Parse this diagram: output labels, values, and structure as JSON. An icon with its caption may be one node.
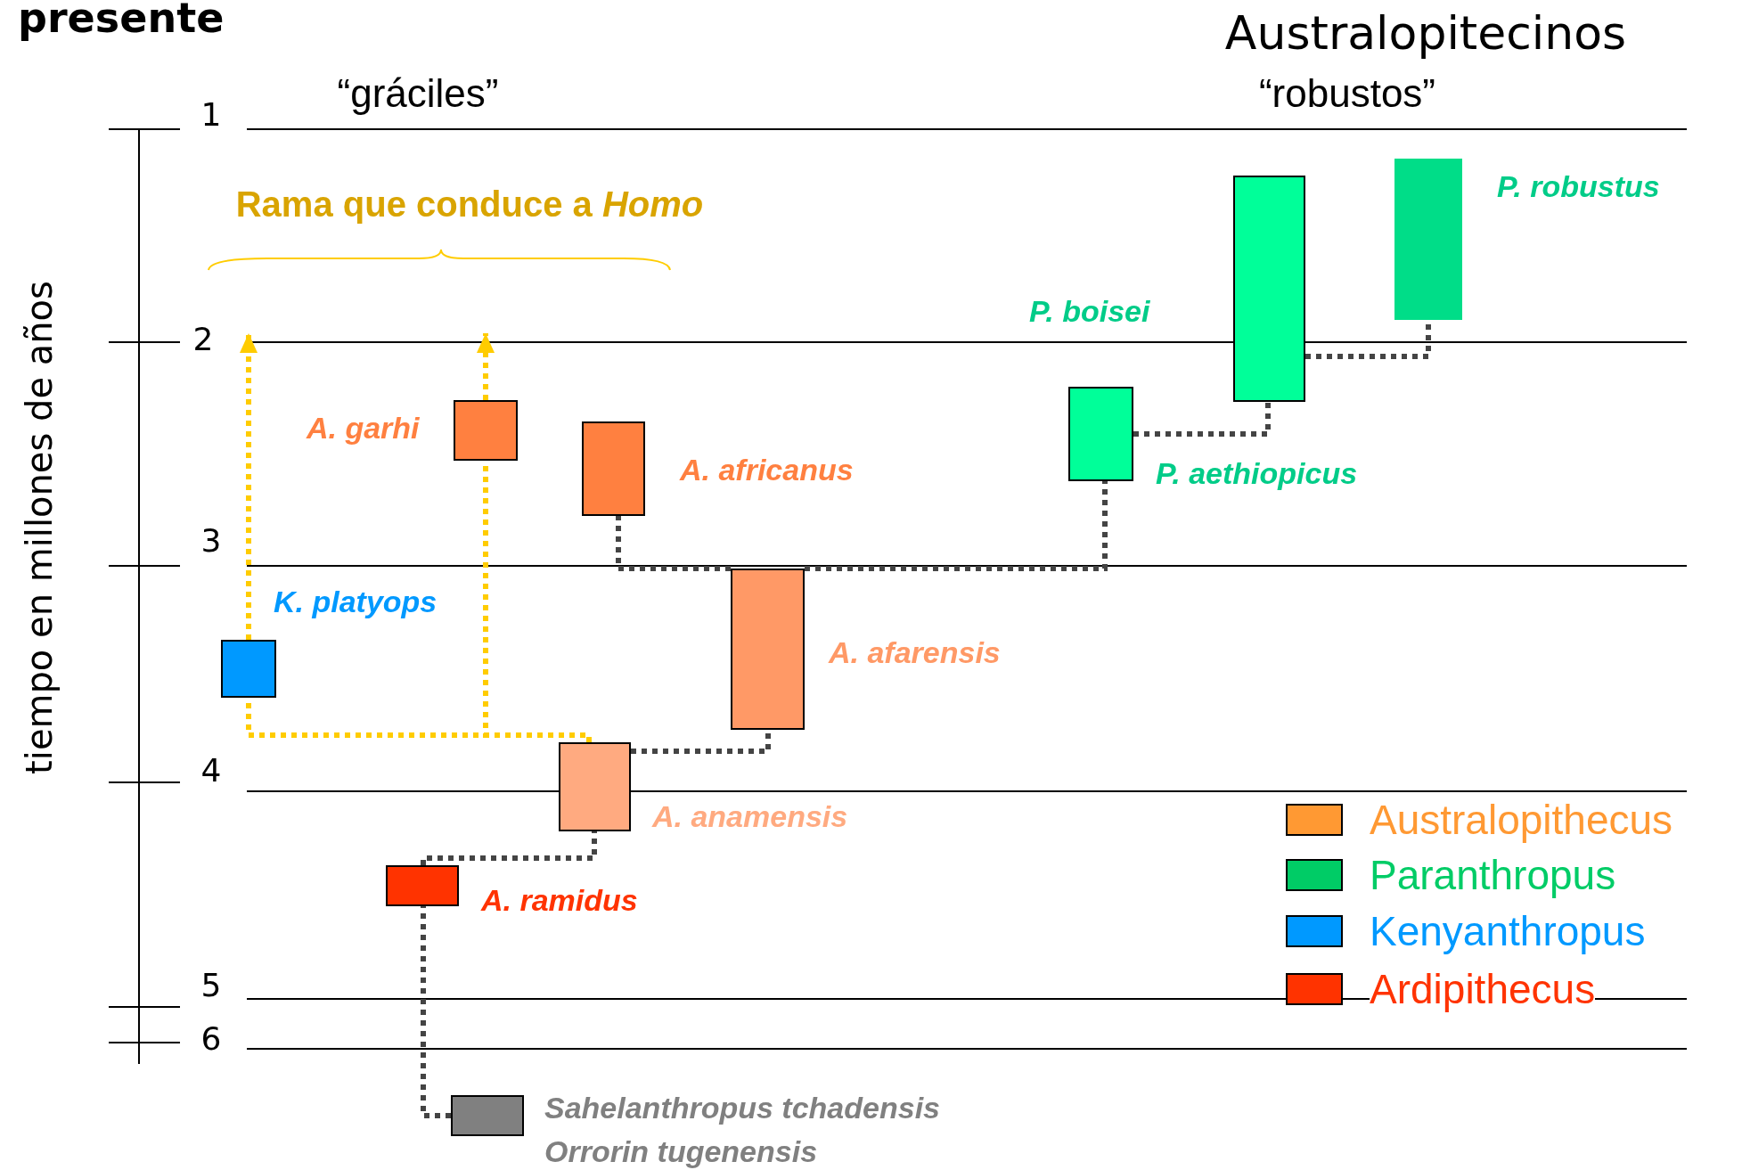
{
  "diagram": {
    "nodes": [
      {
        "text": [],
        "shape": "box",
        "beside": [
          "P. robustus"
        ]
      },
      {
        "text": [],
        "shape": "box",
        "beside": [
          "P. boisei"
        ]
      },
      {
        "text": [],
        "shape": "box",
        "beside": [
          "A. garhi"
        ]
      },
      {
        "text": [],
        "shape": "box",
        "beside": [
          "A. africanus"
        ]
      },
      {
        "text": [],
        "shape": "box",
        "beside": [
          "P. aethiopicus"
        ]
      },
      {
        "text": [],
        "shape": "box",
        "beside": [
          "K. platyops"
        ]
      },
      {
        "text": [],
        "shape": "box",
        "beside": [
          "A. afarensis"
        ]
      },
      {
        "text": [],
        "shape": "box",
        "beside": [
          "A. anamensis"
        ]
      },
      {
        "text": [],
        "shape": "box",
        "beside": [
          "A. ramidus"
        ]
      },
      {
        "text": [],
        "shape": "box",
        "beside": [
          "Sahelanthropus tchadensis",
          "Orrorin tugenensis"
        ]
      }
    ],
    "edges": [
      {
        "from": 9,
        "to": 8,
        "arrow": "none",
        "style": "dashed"
      },
      {
        "from": 8,
        "to": 7,
        "arrow": "none",
        "style": "dashed"
      },
      {
        "from": 7,
        "to": 6,
        "arrow": "none",
        "style": "dashed"
      },
      {
        "from": 6,
        "to": 3,
        "arrow": "none",
        "style": "dashed"
      },
      {
        "from": 6,
        "to": 4,
        "arrow": "none",
        "style": "dashed"
      },
      {
        "from": 4,
        "to": 1,
        "arrow": "none",
        "style": "dashed"
      },
      {
        "from": 1,
        "to": 0,
        "arrow": "none",
        "style": "dashed"
      },
      {
        "from": 7,
        "to": 5,
        "arrow": "none",
        "style": "dashed",
        "color": "#ffcc00"
      },
      {
        "from": 5,
        "to": null,
        "arrow": "to",
        "style": "dashed",
        "color": "#ffcc00"
      },
      {
        "from": 7,
        "to": 2,
        "arrow": "none",
        "style": "dashed",
        "color": "#ffcc00"
      },
      {
        "from": 2,
        "to": null,
        "arrow": "to",
        "style": "dashed",
        "color": "#ffcc00"
      }
    ],
    "labels": [
      "presente",
      "Australopitecinos",
      "“gráciles”",
      "“robustos”",
      "1",
      "Rama que conduce a *Homo*",
      "2",
      "3",
      "4",
      "5",
      "6",
      "tiempo en millones de años"
    ],
    "legend": [
      {
        "text": "Australopithecus",
        "color": "#ff9933"
      },
      {
        "text": "Paranthropus",
        "color": "#00cc66"
      },
      {
        "text": "Kenyanthropus",
        "color": "#0099ff"
      },
      {
        "text": "Ardipithecus",
        "color": "#ff3300"
      }
    ]
  }
}
